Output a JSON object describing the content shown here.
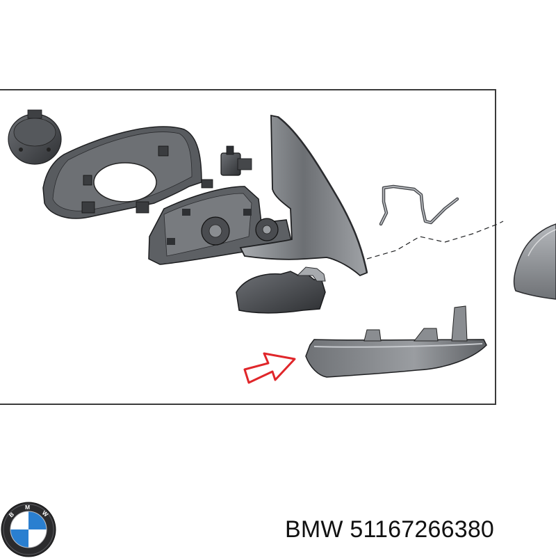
{
  "caption": {
    "brand": "BMW",
    "part_number": "51167266380"
  },
  "logo": {
    "icon": "bmw-roundel-icon",
    "letters": [
      "B",
      "M",
      "W"
    ],
    "colors": {
      "blue": "#2a7fd0",
      "white": "#ffffff",
      "ring": "#111111"
    }
  },
  "diagram": {
    "highlight_color": "#e0262a",
    "part_color": "#7d8084",
    "parts": [
      "adjuster-motor",
      "mirror-housing-frame",
      "actuator-plug",
      "mirror-glass-carrier",
      "mirror-base-arm",
      "wiring-harness",
      "cover-clip-bracket",
      "mirror-cap",
      "lower-trim-cover",
      "indicator-arrow"
    ]
  }
}
